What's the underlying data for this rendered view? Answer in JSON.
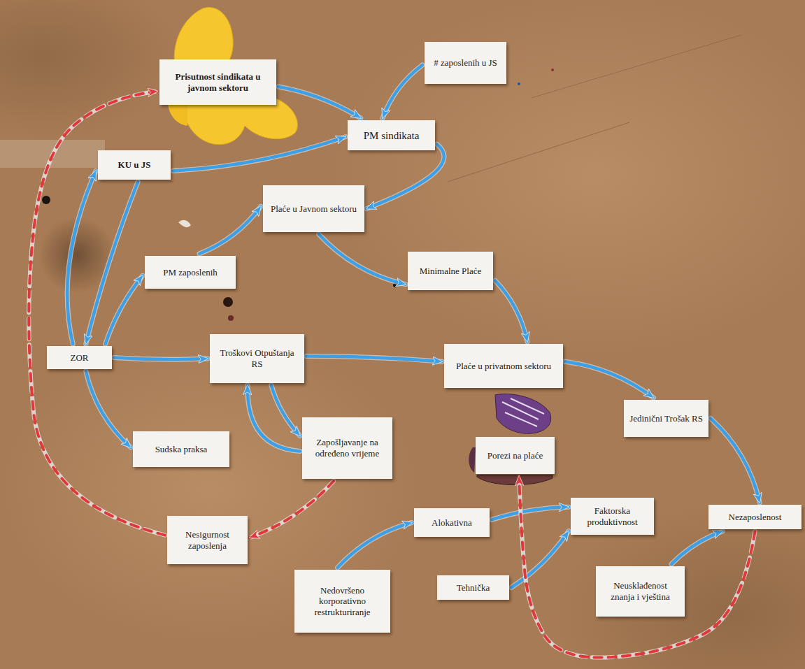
{
  "diagram": {
    "nodes": [
      {
        "text": [
          "Prisutnost sindikata u javnom sektoru"
        ]
      },
      {
        "text": [
          "# zaposlenih u JS"
        ]
      },
      {
        "text": [
          "PM sindikata"
        ]
      },
      {
        "text": [
          "KU u JS"
        ]
      },
      {
        "text": [
          "Plaće u Javnom sektoru"
        ]
      },
      {
        "text": [
          "Minimalne Plaće"
        ]
      },
      {
        "text": [
          "PM zaposlenih"
        ]
      },
      {
        "text": [
          "ZOR"
        ]
      },
      {
        "text": [
          "Troškovi Otpuštanja RS"
        ]
      },
      {
        "text": [
          "Plaće u privatnom sektoru"
        ]
      },
      {
        "text": [
          "Jedinični Trošak RS"
        ]
      },
      {
        "text": [
          "Sudska praksa"
        ]
      },
      {
        "text": [
          "Zapošljavanje na određeno vrijeme"
        ]
      },
      {
        "text": [
          "Porezi na plaće"
        ]
      },
      {
        "text": [
          "Alokativna"
        ]
      },
      {
        "text": [
          "Faktorska produktivnost"
        ]
      },
      {
        "text": [
          "Nezaposlenost"
        ]
      },
      {
        "text": [
          "Nesigurnost zaposlenja"
        ]
      },
      {
        "text": [
          "Tehnička"
        ]
      },
      {
        "text": [
          "Neusklađenost znanja i vještina"
        ]
      },
      {
        "text": [
          "Nedovršeno korporativno restrukturiranje"
        ]
      }
    ],
    "edges": [
      {
        "from": 0,
        "to": 2,
        "arrow": "to"
      },
      {
        "from": 1,
        "to": 2,
        "arrow": "to"
      },
      {
        "from": 3,
        "to": 2,
        "arrow": "to"
      },
      {
        "from": 2,
        "to": 4,
        "arrow": "to"
      },
      {
        "from": 6,
        "to": 4,
        "arrow": "to"
      },
      {
        "from": 4,
        "to": 5,
        "arrow": "to"
      },
      {
        "from": 5,
        "to": 9,
        "arrow": "to"
      },
      {
        "from": 7,
        "to": 3,
        "arrow": "to"
      },
      {
        "from": 3,
        "to": 7,
        "arrow": "to"
      },
      {
        "from": 7,
        "to": 6,
        "arrow": "to"
      },
      {
        "from": 7,
        "to": 8,
        "arrow": "to"
      },
      {
        "from": 7,
        "to": 11,
        "arrow": "to"
      },
      {
        "from": 8,
        "to": 9,
        "arrow": "to"
      },
      {
        "from": 12,
        "to": 8,
        "arrow": "to"
      },
      {
        "from": 8,
        "to": 12,
        "arrow": "to"
      },
      {
        "from": 9,
        "to": 10,
        "arrow": "to"
      },
      {
        "from": 10,
        "to": 16,
        "arrow": "to"
      },
      {
        "from": 20,
        "to": 14,
        "arrow": "to"
      },
      {
        "from": 14,
        "to": 15,
        "arrow": "to"
      },
      {
        "from": 18,
        "to": 15,
        "arrow": "to"
      },
      {
        "from": 19,
        "to": 16,
        "arrow": "to"
      },
      {
        "from": 12,
        "to": 17,
        "arrow": "to"
      },
      {
        "from": 17,
        "to": 0,
        "arrow": "to"
      },
      {
        "from": 16,
        "to": 13,
        "arrow": "to"
      }
    ]
  }
}
